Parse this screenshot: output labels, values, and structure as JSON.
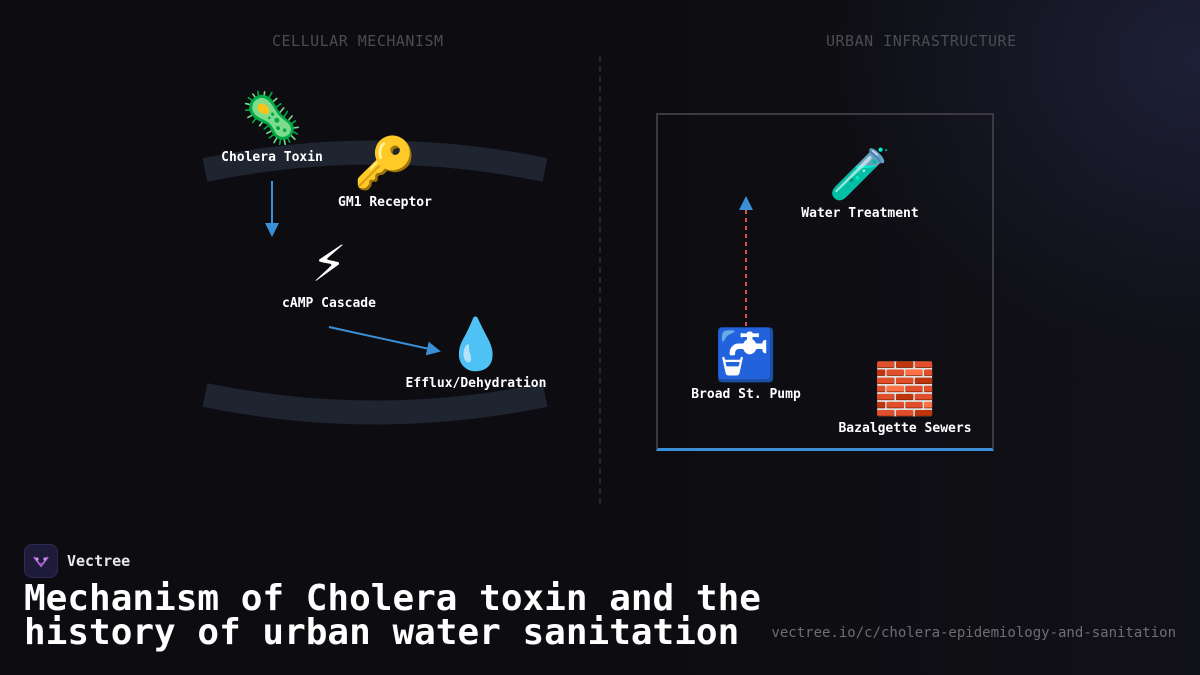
{
  "sections": {
    "left_title": "CELLULAR MECHANISM",
    "right_title": "URBAN INFRASTRUCTURE"
  },
  "nodes": {
    "cholera_toxin": {
      "icon": "microbe-icon",
      "glyph": "🦠",
      "label": "Cholera Toxin"
    },
    "gm1_receptor": {
      "icon": "key-icon",
      "glyph": "🔑",
      "label": "GM1 Receptor"
    },
    "camp_cascade": {
      "icon": "lightning-icon",
      "glyph": "⚡",
      "label": "cAMP Cascade"
    },
    "efflux": {
      "icon": "droplet-icon",
      "glyph": "💧",
      "label": "Efflux/Dehydration"
    },
    "water_treatment": {
      "icon": "test-tube-icon",
      "glyph": "🧪",
      "label": "Water Treatment"
    },
    "broad_st_pump": {
      "icon": "potable-water-icon",
      "glyph": "🚰",
      "label": "Broad St. Pump"
    },
    "sewers": {
      "icon": "brick-icon",
      "glyph": "🧱",
      "label": "Bazalgette Sewers"
    }
  },
  "colors": {
    "arrow_blue": "#3b8fd6",
    "arrow_red": "#e05252",
    "membrane": "#1e2430"
  },
  "brand": {
    "name": "Vectree",
    "logo_icon": "vectree-logo-icon"
  },
  "title": "Mechanism of Cholera toxin and the history of urban water sanitation",
  "footer": {
    "url": "vectree.io/c/cholera-epidemiology-and-sanitation"
  }
}
